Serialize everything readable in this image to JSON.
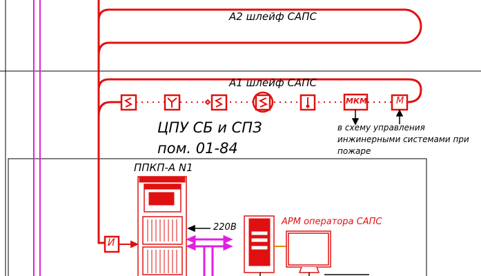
{
  "loops": {
    "a2": "А2 шлейф САПС",
    "a1": "А1 шлейф САПС"
  },
  "room": {
    "name": "ЦПУ СБ и СПЗ",
    "number": "пом. 01-84"
  },
  "devices": {
    "mkm": "МКМ",
    "m": "М",
    "i": "И"
  },
  "note": {
    "line1": "в схему управления",
    "line2": "инжинерными системами при",
    "line3": "пожаре"
  },
  "panel": {
    "label": "ППКП-А N1"
  },
  "power": {
    "label": "220В"
  },
  "workstation": {
    "label": "АРМ оператора САПС"
  },
  "colors": {
    "wire": "#e01010",
    "bus": "#e020e0",
    "frame": "#000000",
    "link": "#e08a00"
  }
}
